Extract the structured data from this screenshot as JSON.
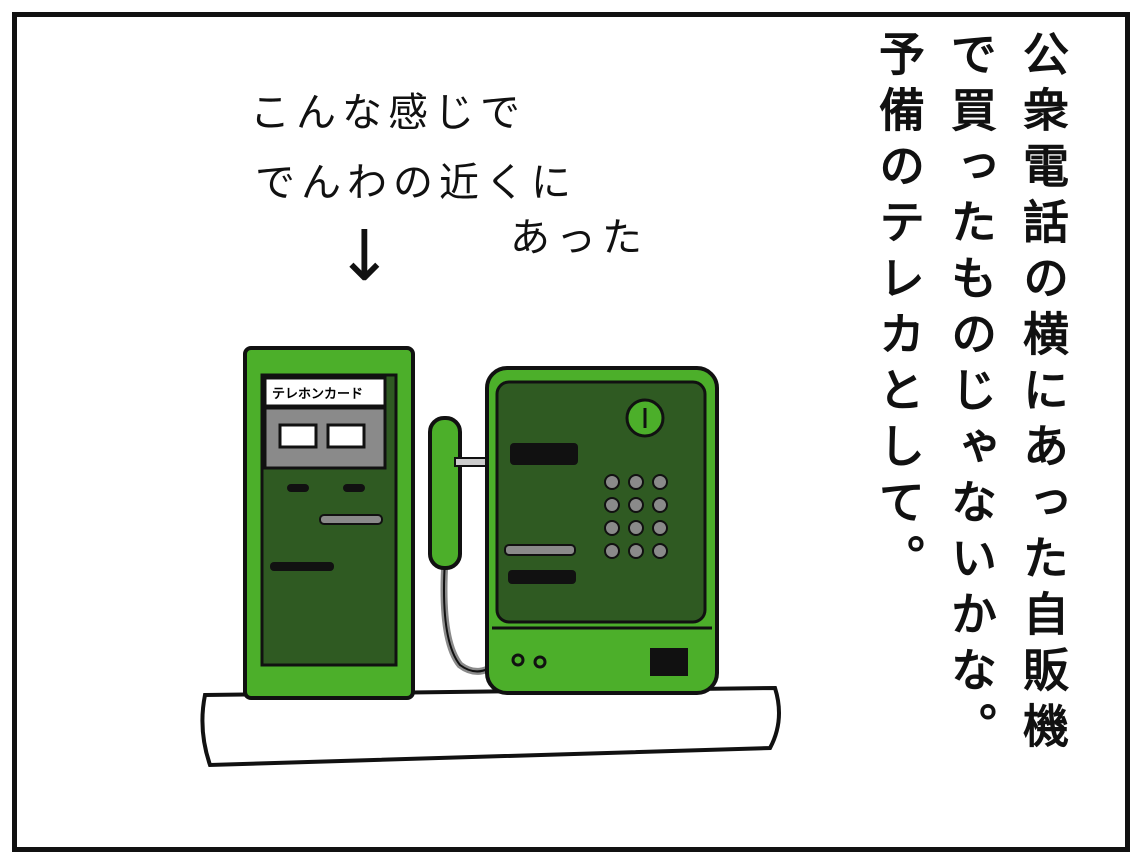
{
  "narration": {
    "lines": [
      "公衆電話の横にあった自販機",
      "で買ったものじゃないかな。",
      "予備のテレカとして。"
    ]
  },
  "annotation": {
    "lines": [
      "こんな感じで",
      "でんわの近くに",
      "あった"
    ],
    "arrow": "↓"
  },
  "vending_machine": {
    "label": "テレホンカード"
  },
  "colors": {
    "green": "#4caf2a",
    "dark_green": "#2e6b1e",
    "panel_dark": "#2f5a22",
    "grey": "#8a8a8a"
  }
}
